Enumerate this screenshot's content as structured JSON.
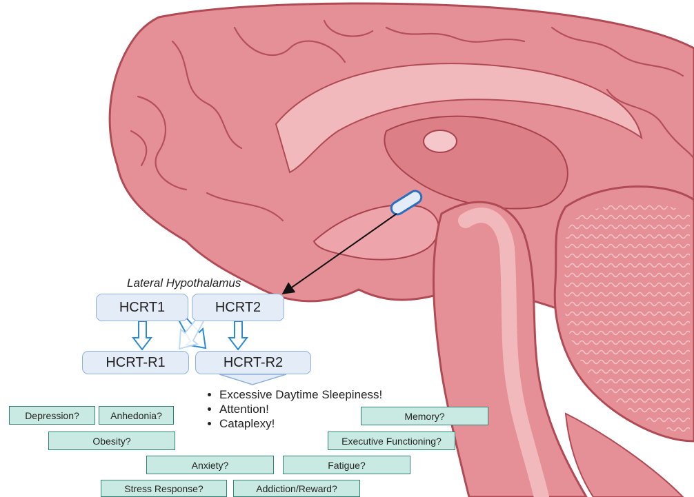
{
  "region_label": "Lateral Hypothalamus",
  "neuropeptides": [
    "HCRT1",
    "HCRT2"
  ],
  "receptors": [
    "HCRT-R1",
    "HCRT-R2"
  ],
  "established_effects": [
    "Excessive Daytime Sleepiness!",
    "Attention!",
    "Cataplexy!"
  ],
  "candidate_outcomes": [
    "Depression?",
    "Anhedonia?",
    "Obesity?",
    "Anxiety?",
    "Stress Response?",
    "Addiction/Reward?",
    "Memory?",
    "Executive Functioning?",
    "Fatigue?"
  ],
  "colors": {
    "brain": "#e58f96",
    "brain_outline": "#b04a55",
    "node_fill": "#e4ecf8",
    "node_border": "#8fb0d8",
    "arrow": "#2a8ad6",
    "tag_fill": "#c9eae2",
    "tag_border": "#2f7f72"
  }
}
